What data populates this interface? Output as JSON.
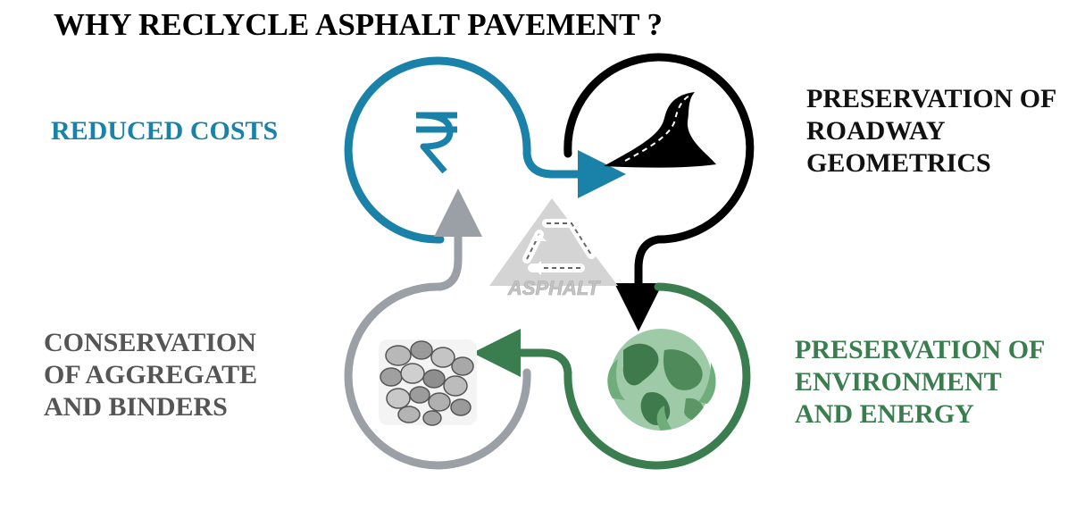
{
  "title": "WHY RECLYCLE ASPHALT PAVEMENT ?",
  "colors": {
    "blue": "#1a82a8",
    "black": "#000000",
    "green": "#3a7d4e",
    "gray": "#9aa0a6"
  },
  "labels": {
    "costs": [
      "REDUCED COSTS"
    ],
    "roadway": [
      "PRESERVATION OF",
      "ROADWAY",
      "GEOMETRICS"
    ],
    "aggregate": [
      "CONSERVATION",
      "OF AGGREGATE",
      "AND BINDERS"
    ],
    "environment": [
      "PRESERVATION OF",
      "ENVIRONMENT",
      "AND ENERGY"
    ]
  },
  "center_logo": {
    "text": "ASPHALT",
    "icon": "recycle-icon"
  },
  "icons": {
    "costs": "rupee-icon",
    "roadway": "road-icon",
    "aggregate": "aggregate-stones-icon",
    "environment": "earth-globe-icon"
  }
}
